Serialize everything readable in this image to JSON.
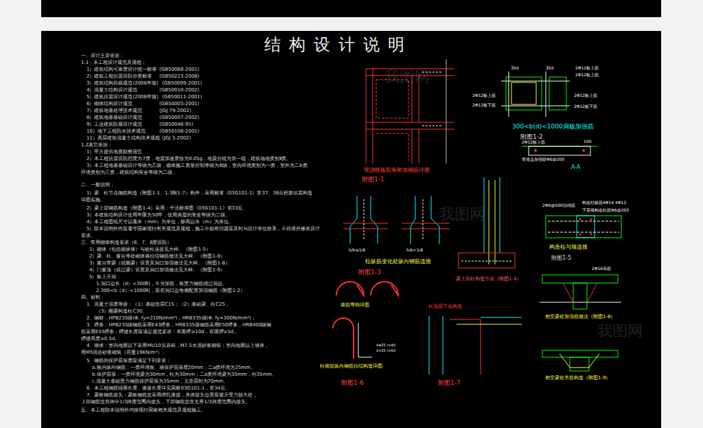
{
  "diagram": {
    "title": "结构设计说明",
    "labels": [
      "一、设计主要依据：",
      "1.1：本工程设计规范及规程：",
      "1）建筑结构可靠度设计统一标准",
      "(GB50068-2001)",
      "2）建筑工程抗震设防分类标准",
      "(GB50223-2008)",
      "3）建筑结构荷载规范(2006年版)",
      "(GB50009-2001)",
      "4）混凝土结构设计规范",
      "(GB50010-2002)",
      "5）建筑抗震设计规范(2008年版)",
      "(GB50011-2001)",
      "6）砌体结构设计规范",
      "(GB50003-2001)",
      "7）建筑地基处理技术规范",
      "(JGJ 79-2002)",
      "8）建筑地基基础设计规范",
      "(GB50007-2002)",
      "9）工业建筑防腐设计规范",
      "(GB50046-95)",
      "10）地下工程防水技术规范",
      "(GB50108-2001)",
      "11）高层建筑混凝土结构技术规程",
      "(JGJ 3-2002)",
      "1.2其它依据：",
      "1）甲方提供地质勘察报告",
      "2）本工程抗震设防烈度为7度，地震加速度值为0.05g，地震分组为第一组，建筑场地类别Ⅱ类。",
      "3）本工程地基基础设计等级为乙级，砌体施工质量控制等级为B级，室内环境类别为一类，室外为二b类",
      "环境类别为三类，建筑结构安全等级为二级。",
      "二、一般说明：",
      "1）梁、柱节点钢筋构造（附图1-1、1-3附1-7）构件：采用标准《03G101-1》第37、38页框架抗震构造",
      "详图实施。",
      "2）梁上部钢筋构造（附图1-4）采用：平法标准图《03G101-1》第33页。",
      "3）本建筑结构设计使用年限为50年，使用房屋的安全等级为二级。",
      "4）本工程图纸尺寸以毫米（mm）为单位，标高以米（m）为单位。",
      "5）除本说明外尚应遵守国家现行有关规范及规程，施工中如有问题应及时与设计单位联系，不得擅自修改设计",
      "要求。",
      "三、常用砌体构造要求（6、7、8度设防）",
      "1）砌体（包括砌块墙）与砼柱连接见大样。（附图1-5）",
      "2）梁、柱、窗台等处砌体墙拉结钢筋做法见大样。（附图1-8）",
      "3）窗台带梁（或圈梁）设置及洞口加强做法见大样。（附图1-8）",
      "4）门窗顶（或过梁）设置及洞口加强做法见大样。（附图1-9）",
      "5）板上开洞：",
      "1.洞口边长（d）<300时，不另加筋，板受力钢筋绕过洞边。",
      "2.300<b（d）<1000时，应在洞口边每侧配置加强钢筋（附图1-2）",
      "四、材料：",
      "1、混凝土强度等级：（1）基础垫层C15；（2）基础梁、柱C25，",
      "（3）圈梁构造柱C30。",
      "2、钢材：HPB235级(Φ, fy=210N/mm²)；HRB335级(Φ, fy=300N/mm²)；",
      "3、焊条：HPB235级钢筋采用E43焊条，HRB335级钢筋采用E50焊条，HRB400级钢",
      "筋采用E55焊条；焊缝长度应满足规范要求：单面焊≥10d，双面焊≥5d，",
      "焊缝高度≥0.5d。",
      "4、墙体：室内地面以下采用MU10页岩砖，M7.5水泥砂浆砌筑；室内地面以上墙体，",
      "用M5混合砂浆砌筑（容重19KN/m³）。",
      "5、钢筋的保护层厚度应满足下列要求：",
      "a.板内纵向钢筋：一类环境板、墙保护层厚度20mm；二a类环境为25mm。",
      "b.保护层厚：一类环境梁为30mm，柱为30mm；二a类环境梁为35mm，柱35mm。",
      "c.混凝土基础受力钢筋保护层厚为35mm，无垫层时为70mm。",
      "6、本工程钢筋锚固长度、搭接长度详见国标03G101-1，第34页。",
      "7、梁板钢筋接头：梁板钢筋宜采用绑扎搭接，具体接头位置应避开受力较大处，",
      "上部钢筋宜在跨中1/3跨度范围内接头，下部钢筋宜在支座1/3跨度范围内接头。",
      "五、本工程除本说明外均按现行国家相关规范及规程施工。",
      "现浇楼板阳角附加钢筋详图",
      "附图1-1",
      "35d",
      "35d",
      "2Φ12板上筋",
      "2Φ12板上筋",
      "2Φ12板上筋",
      "2Φ12板上筋",
      "2Φ12板下筋",
      "2Φ12板下筋",
      "300<b(d)<1000洞板加强筋",
      "附图1-2",
      "2Φ12板上筋",
      "100",
      "管道边加强筋Φ6@200",
      "A-A",
      "柱纵筋变化处纵向钢筋连接",
      "附图1-3",
      "h/b≤1/6",
      "h/b>1/6",
      "梁上设柱构造节点（附图1-4）",
      "2Φ6@500拉结筋",
      "构造柱纵筋4Φ14 4Φ12",
      "下层墙构造柱筋Φ6@200",
      "构造柱与墙连接",
      "附图1-5",
      "箍筋弯钩详图",
      "柱箍筋纵向钢筋拉结构造详图",
      "附图1-6",
      "d≤25 r=4d",
      "d>25 r=6d",
      "柱顶层节点构造",
      "附图1-7",
      "相交梁处加强筋做法（附图1-8）",
      "相交梁处吊筋构造（附图1-9）",
      "2Φ16吊筋",
      "我图网",
      "我图网",
      "我图网"
    ]
  }
}
